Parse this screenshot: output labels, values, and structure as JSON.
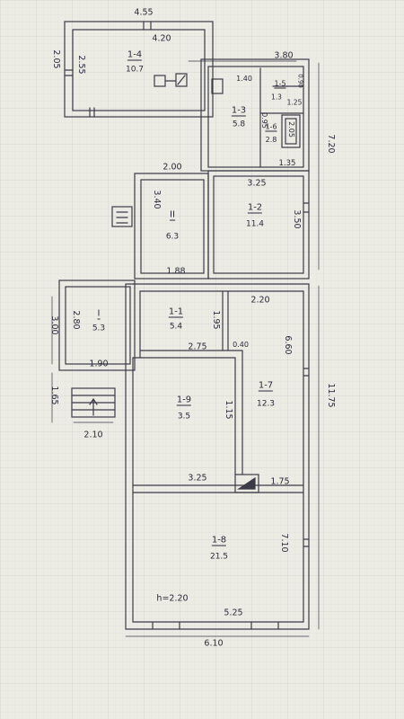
{
  "plan": {
    "rooms": [
      {
        "num": "1-4",
        "area": "10.7"
      },
      {
        "num": "1-5",
        "area": "1.3"
      },
      {
        "num": "1-6",
        "area": "2.8"
      },
      {
        "num": "1-3",
        "area": "5.8"
      },
      {
        "num": "II",
        "area": "6.3"
      },
      {
        "num": "1-2",
        "area": "11.4"
      },
      {
        "num": "I",
        "area": "5.3"
      },
      {
        "num": "1-1",
        "area": "5.4"
      },
      {
        "num": "1-7",
        "area": "12.3"
      },
      {
        "num": "1-9",
        "area": "3.5"
      },
      {
        "num": "1-8",
        "area": "21.5"
      }
    ],
    "dims": {
      "top_outer": "4.55",
      "top_inner": "4.20",
      "left_room4_outer": "2.05",
      "left_room4_inner": "2.55",
      "room3_top": "3.80",
      "room5_w": "1.40",
      "room5_h": "0.90",
      "room5_bottom": "1.25",
      "room6_h": "0.95",
      "room6_w": "2.05",
      "right_upper": "7.20",
      "room6_bottom": "1.35",
      "hall_top": "2.00",
      "hall_h": "3.40",
      "room2_top": "3.25",
      "room2_h": "3.50",
      "hall_bottom": "1.88",
      "porch_w": "2.20",
      "porch_h_left": "3.00",
      "porch_h_inner": "2.80",
      "room1_h": "1.95",
      "room7_h": "6.60",
      "right_lower": "11.75",
      "room9_top": "2.75",
      "step": "0.40",
      "porch_bottom": "1.90",
      "steps_h": "1.65",
      "steps_w": "2.10",
      "room9_h": "1.15",
      "room9_bottom": "3.25",
      "room7_bottom": "1.75",
      "room8_h": "7.10",
      "ceiling_height": "h=2.20",
      "room8_inner_w": "5.25",
      "bottom_total": "6.10"
    }
  }
}
